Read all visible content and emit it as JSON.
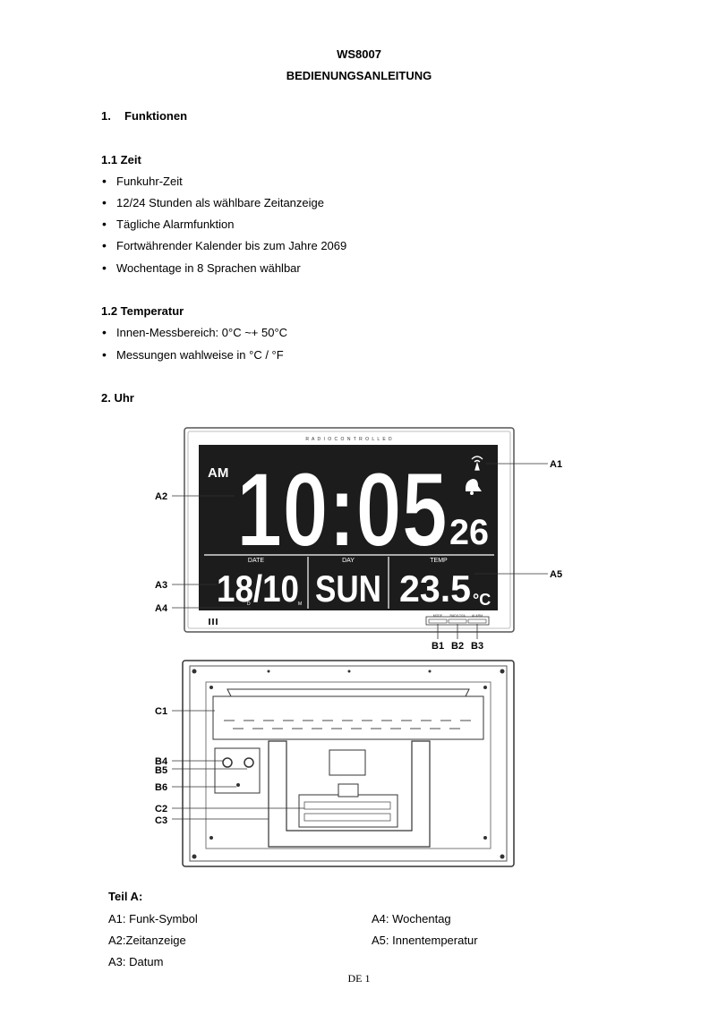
{
  "doc": {
    "model": "WS8007",
    "subtitle": "BEDIENUNGSANLEITUNG",
    "section1": {
      "number": "1.",
      "title": "Funktionen"
    },
    "section1_1": {
      "title": "1.1  Zeit",
      "items": [
        "Funkuhr-Zeit",
        "12/24 Stunden als wählbare Zeitanzeige",
        "Tägliche Alarmfunktion",
        "Fortwährender Kalender bis zum Jahre 2069",
        "Wochentage in 8 Sprachen wählbar"
      ]
    },
    "section1_2": {
      "title": "1.2 Temperatur",
      "items": [
        "Innen-Messbereich: 0°C ~+ 50°C",
        "Messungen wahlweise in °C / °F"
      ]
    },
    "section2": {
      "title": "2. Uhr"
    },
    "figure": {
      "radio_controlled": "R A D I O   C O N T R O L L E D",
      "am": "AM",
      "time": "10:05",
      "seconds": "26",
      "date_label": "DATE",
      "day_label": "DAY",
      "temp_label": "TEMP",
      "date_value": "18/10",
      "date_d": "D",
      "date_m": "M",
      "day_value": "SUN",
      "temp_value": "23.5",
      "temp_unit": "°C",
      "buttons": [
        "MODE",
        "RAD/12/24",
        "ALARM"
      ],
      "callouts": [
        "A1",
        "A2",
        "A3",
        "A4",
        "A5",
        "B1",
        "B2",
        "B3",
        "B4",
        "B5",
        "B6",
        "C1",
        "C2",
        "C3"
      ]
    },
    "part_a": {
      "title": "Teil A:",
      "left": [
        "A1: Funk-Symbol",
        "A2:Zeitanzeige",
        "A3: Datum"
      ],
      "right": [
        "A4: Wochentag",
        "A5: Innentemperatur"
      ]
    },
    "page_number": "DE 1"
  }
}
